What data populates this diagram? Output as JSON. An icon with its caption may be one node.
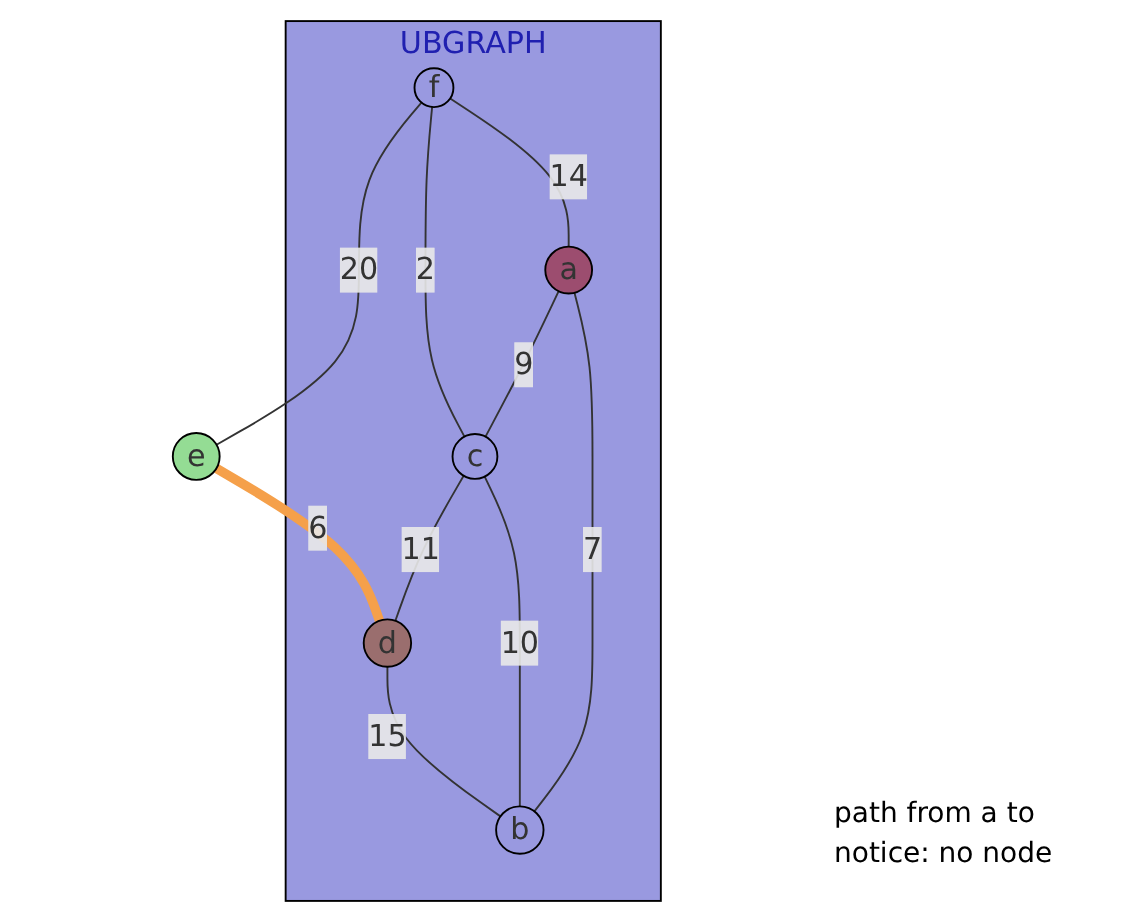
{
  "diagram": {
    "nodes": [
      {
        "text": [
          "UBGRAPH"
        ]
      },
      {
        "text": [
          "f"
        ],
        "in": 0
      },
      {
        "text": [
          "e"
        ]
      },
      {
        "text": [
          "c"
        ],
        "in": 0
      },
      {
        "text": [
          "d"
        ],
        "in": 0
      },
      {
        "text": [
          "a"
        ],
        "in": 0
      },
      {
        "text": [
          "b"
        ],
        "in": 0
      }
    ],
    "edges": [
      {
        "from": 1,
        "to": 2,
        "arrow": "none",
        "label": "20"
      },
      {
        "from": 2,
        "to": 4,
        "arrow": "none",
        "label": "6",
        "style": "thick",
        "color": "#f5a04a"
      },
      {
        "from": 1,
        "to": 3,
        "arrow": "none",
        "label": "2"
      },
      {
        "from": 3,
        "to": 4,
        "arrow": "none",
        "label": "11"
      },
      {
        "from": 1,
        "to": 5,
        "arrow": "none",
        "label": "14"
      },
      {
        "from": 5,
        "to": 3,
        "arrow": "none",
        "label": "9"
      },
      {
        "from": 3,
        "to": 6,
        "arrow": "none",
        "label": "10"
      },
      {
        "from": 4,
        "to": 6,
        "arrow": "none",
        "label": "15"
      },
      {
        "from": 5,
        "to": 6,
        "arrow": "none",
        "label": "7"
      }
    ],
    "labels": [
      "path from a to",
      "notice: no node"
    ]
  }
}
